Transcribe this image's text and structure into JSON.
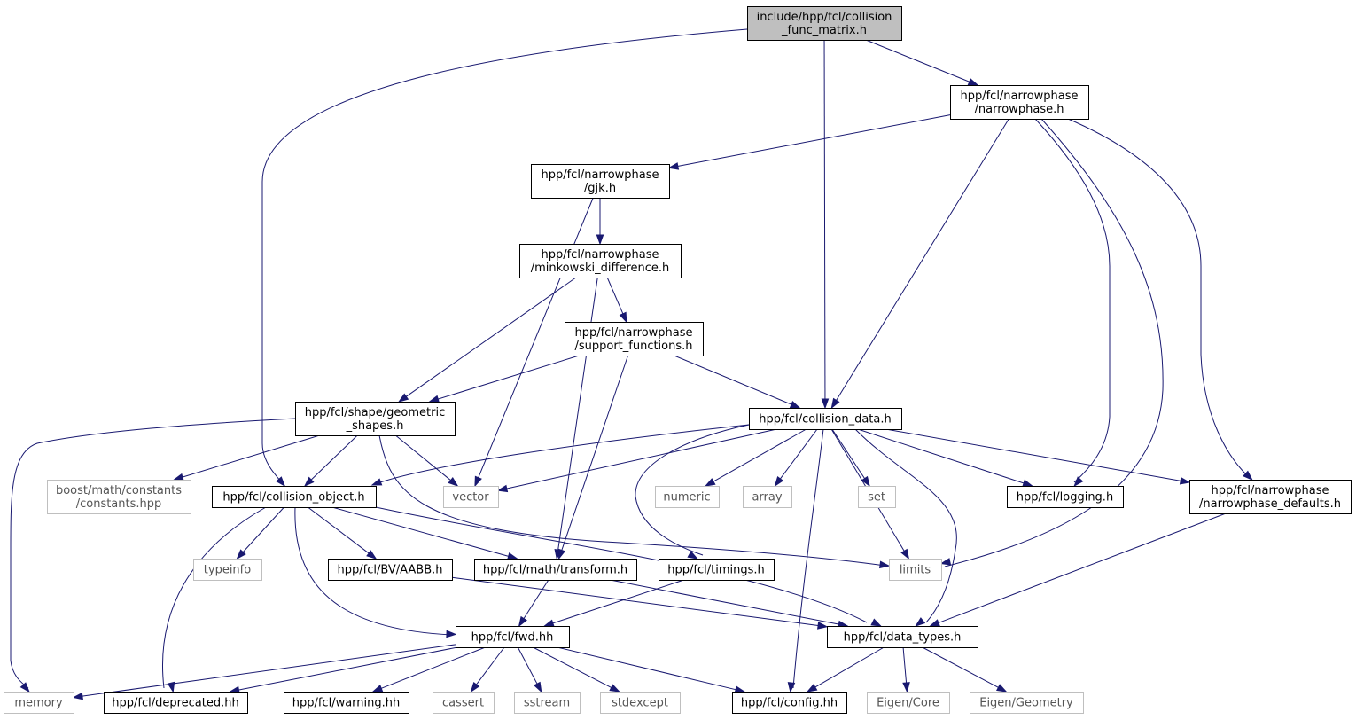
{
  "colors": {
    "edge": "#191970",
    "root_fill": "#bfbfbf",
    "system_border": "#bfbfbf",
    "box_border": "#000000"
  },
  "nodes": [
    {
      "id": "root",
      "lines": [
        "include/hpp/fcl/collision",
        "_func_matrix.h"
      ],
      "kind": "root"
    },
    {
      "id": "narrowphase_h",
      "lines": [
        "hpp/fcl/narrowphase",
        "/narrowphase.h"
      ],
      "kind": "file"
    },
    {
      "id": "gjk_h",
      "lines": [
        "hpp/fcl/narrowphase",
        "/gjk.h"
      ],
      "kind": "file"
    },
    {
      "id": "minkowski_h",
      "lines": [
        "hpp/fcl/narrowphase",
        "/minkowski_difference.h"
      ],
      "kind": "file"
    },
    {
      "id": "support_h",
      "lines": [
        "hpp/fcl/narrowphase",
        "/support_functions.h"
      ],
      "kind": "file"
    },
    {
      "id": "geometric_shapes_h",
      "lines": [
        "hpp/fcl/shape/geometric",
        "_shapes.h"
      ],
      "kind": "file"
    },
    {
      "id": "collision_data_h",
      "lines": [
        "hpp/fcl/collision_data.h"
      ],
      "kind": "file"
    },
    {
      "id": "boost_constants",
      "lines": [
        "boost/math/constants",
        "/constants.hpp"
      ],
      "kind": "system"
    },
    {
      "id": "collision_object_h",
      "lines": [
        "hpp/fcl/collision_object.h"
      ],
      "kind": "file"
    },
    {
      "id": "vector",
      "lines": [
        "vector"
      ],
      "kind": "system"
    },
    {
      "id": "numeric",
      "lines": [
        "numeric"
      ],
      "kind": "system"
    },
    {
      "id": "array",
      "lines": [
        "array"
      ],
      "kind": "system"
    },
    {
      "id": "set",
      "lines": [
        "set"
      ],
      "kind": "system"
    },
    {
      "id": "logging_h",
      "lines": [
        "hpp/fcl/logging.h"
      ],
      "kind": "file"
    },
    {
      "id": "narrowphase_defaults_h",
      "lines": [
        "hpp/fcl/narrowphase",
        "/narrowphase_defaults.h"
      ],
      "kind": "file"
    },
    {
      "id": "typeinfo",
      "lines": [
        "typeinfo"
      ],
      "kind": "system"
    },
    {
      "id": "aabb_h",
      "lines": [
        "hpp/fcl/BV/AABB.h"
      ],
      "kind": "file"
    },
    {
      "id": "transform_h",
      "lines": [
        "hpp/fcl/math/transform.h"
      ],
      "kind": "file"
    },
    {
      "id": "timings_h",
      "lines": [
        "hpp/fcl/timings.h"
      ],
      "kind": "file"
    },
    {
      "id": "limits",
      "lines": [
        "limits"
      ],
      "kind": "system"
    },
    {
      "id": "fwd_hh",
      "lines": [
        "hpp/fcl/fwd.hh"
      ],
      "kind": "file"
    },
    {
      "id": "data_types_h",
      "lines": [
        "hpp/fcl/data_types.h"
      ],
      "kind": "file"
    },
    {
      "id": "memory",
      "lines": [
        "memory"
      ],
      "kind": "system"
    },
    {
      "id": "deprecated_hh",
      "lines": [
        "hpp/fcl/deprecated.hh"
      ],
      "kind": "file"
    },
    {
      "id": "warning_hh",
      "lines": [
        "hpp/fcl/warning.hh"
      ],
      "kind": "file"
    },
    {
      "id": "cassert",
      "lines": [
        "cassert"
      ],
      "kind": "system"
    },
    {
      "id": "sstream",
      "lines": [
        "sstream"
      ],
      "kind": "system"
    },
    {
      "id": "stdexcept",
      "lines": [
        "stdexcept"
      ],
      "kind": "system"
    },
    {
      "id": "config_hh",
      "lines": [
        "hpp/fcl/config.hh"
      ],
      "kind": "file"
    },
    {
      "id": "eigen_core",
      "lines": [
        "Eigen/Core"
      ],
      "kind": "system"
    },
    {
      "id": "eigen_geometry",
      "lines": [
        "Eigen/Geometry"
      ],
      "kind": "system"
    }
  ],
  "edges": [
    {
      "from": "root",
      "to": "collision_object_h"
    },
    {
      "from": "root",
      "to": "collision_data_h"
    },
    {
      "from": "root",
      "to": "narrowphase_h"
    },
    {
      "from": "narrowphase_h",
      "to": "gjk_h"
    },
    {
      "from": "narrowphase_h",
      "to": "collision_data_h"
    },
    {
      "from": "narrowphase_h",
      "to": "logging_h"
    },
    {
      "from": "narrowphase_h",
      "to": "limits"
    },
    {
      "from": "narrowphase_h",
      "to": "narrowphase_defaults_h"
    },
    {
      "from": "gjk_h",
      "to": "minkowski_h"
    },
    {
      "from": "gjk_h",
      "to": "vector"
    },
    {
      "from": "minkowski_h",
      "to": "geometric_shapes_h"
    },
    {
      "from": "minkowski_h",
      "to": "transform_h"
    },
    {
      "from": "minkowski_h",
      "to": "support_h"
    },
    {
      "from": "support_h",
      "to": "geometric_shapes_h"
    },
    {
      "from": "support_h",
      "to": "transform_h"
    },
    {
      "from": "support_h",
      "to": "collision_data_h"
    },
    {
      "from": "geometric_shapes_h",
      "to": "memory"
    },
    {
      "from": "geometric_shapes_h",
      "to": "boost_constants"
    },
    {
      "from": "geometric_shapes_h",
      "to": "collision_object_h"
    },
    {
      "from": "geometric_shapes_h",
      "to": "vector"
    },
    {
      "from": "geometric_shapes_h",
      "to": "limits"
    },
    {
      "from": "collision_data_h",
      "to": "collision_object_h"
    },
    {
      "from": "collision_data_h",
      "to": "vector"
    },
    {
      "from": "collision_data_h",
      "to": "numeric"
    },
    {
      "from": "collision_data_h",
      "to": "array"
    },
    {
      "from": "collision_data_h",
      "to": "set"
    },
    {
      "from": "collision_data_h",
      "to": "limits"
    },
    {
      "from": "collision_data_h",
      "to": "logging_h"
    },
    {
      "from": "collision_data_h",
      "to": "narrowphase_defaults_h"
    },
    {
      "from": "collision_data_h",
      "to": "timings_h"
    },
    {
      "from": "collision_data_h",
      "to": "data_types_h"
    },
    {
      "from": "collision_data_h",
      "to": "config_hh"
    },
    {
      "from": "collision_object_h",
      "to": "typeinfo"
    },
    {
      "from": "collision_object_h",
      "to": "aabb_h"
    },
    {
      "from": "collision_object_h",
      "to": "transform_h"
    },
    {
      "from": "collision_object_h",
      "to": "fwd_hh"
    },
    {
      "from": "collision_object_h",
      "to": "deprecated_hh"
    },
    {
      "from": "collision_object_h",
      "to": "data_types_h"
    },
    {
      "from": "narrowphase_defaults_h",
      "to": "data_types_h"
    },
    {
      "from": "aabb_h",
      "to": "data_types_h"
    },
    {
      "from": "transform_h",
      "to": "fwd_hh"
    },
    {
      "from": "transform_h",
      "to": "data_types_h"
    },
    {
      "from": "timings_h",
      "to": "fwd_hh"
    },
    {
      "from": "fwd_hh",
      "to": "memory"
    },
    {
      "from": "fwd_hh",
      "to": "deprecated_hh"
    },
    {
      "from": "fwd_hh",
      "to": "warning_hh"
    },
    {
      "from": "fwd_hh",
      "to": "cassert"
    },
    {
      "from": "fwd_hh",
      "to": "sstream"
    },
    {
      "from": "fwd_hh",
      "to": "stdexcept"
    },
    {
      "from": "fwd_hh",
      "to": "config_hh"
    },
    {
      "from": "data_types_h",
      "to": "config_hh"
    },
    {
      "from": "data_types_h",
      "to": "eigen_core"
    },
    {
      "from": "data_types_h",
      "to": "eigen_geometry"
    }
  ]
}
